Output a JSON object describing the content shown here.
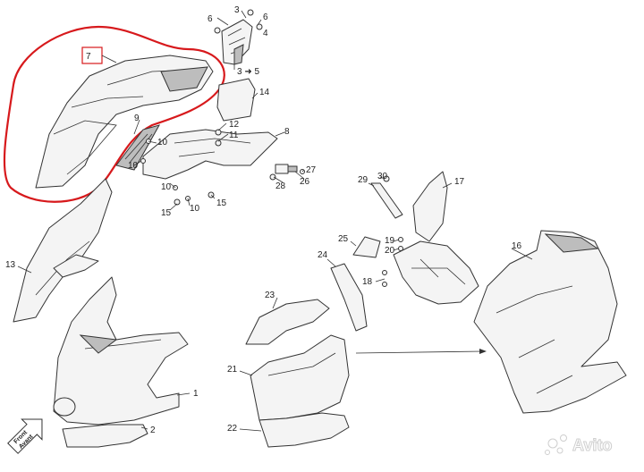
{
  "callouts": [
    {
      "id": "c7",
      "label": "7"
    },
    {
      "id": "c6a",
      "label": "6"
    },
    {
      "id": "c3",
      "label": "3"
    },
    {
      "id": "c6b",
      "label": "6"
    },
    {
      "id": "c4",
      "label": "4"
    },
    {
      "id": "c5",
      "label": "3 ➜ 5"
    },
    {
      "id": "c14",
      "label": "14"
    },
    {
      "id": "c9",
      "label": "9"
    },
    {
      "id": "c12",
      "label": "12"
    },
    {
      "id": "c11",
      "label": "11"
    },
    {
      "id": "c8",
      "label": "8"
    },
    {
      "id": "c10a",
      "label": "10"
    },
    {
      "id": "c10b",
      "label": "10"
    },
    {
      "id": "c10c",
      "label": "10"
    },
    {
      "id": "c10d",
      "label": "10"
    },
    {
      "id": "c15a",
      "label": "15"
    },
    {
      "id": "c15b",
      "label": "15"
    },
    {
      "id": "c27",
      "label": "27"
    },
    {
      "id": "c28",
      "label": "28"
    },
    {
      "id": "c26",
      "label": "26"
    },
    {
      "id": "c29",
      "label": "29"
    },
    {
      "id": "c30",
      "label": "30"
    },
    {
      "id": "c17",
      "label": "17"
    },
    {
      "id": "c25",
      "label": "25"
    },
    {
      "id": "c19",
      "label": "19"
    },
    {
      "id": "c20",
      "label": "20"
    },
    {
      "id": "c24",
      "label": "24"
    },
    {
      "id": "c18",
      "label": "18"
    },
    {
      "id": "c16",
      "label": "16"
    },
    {
      "id": "c13",
      "label": "13"
    },
    {
      "id": "c23",
      "label": "23"
    },
    {
      "id": "c21",
      "label": "21"
    },
    {
      "id": "c22",
      "label": "22"
    },
    {
      "id": "c1",
      "label": "1"
    },
    {
      "id": "c2",
      "label": "2"
    }
  ],
  "direction_badge": {
    "line1": "Front",
    "line2": "Avant"
  },
  "watermark": {
    "text": "Avito"
  },
  "colors": {
    "highlight": "#d7191c",
    "line": "#333333"
  }
}
